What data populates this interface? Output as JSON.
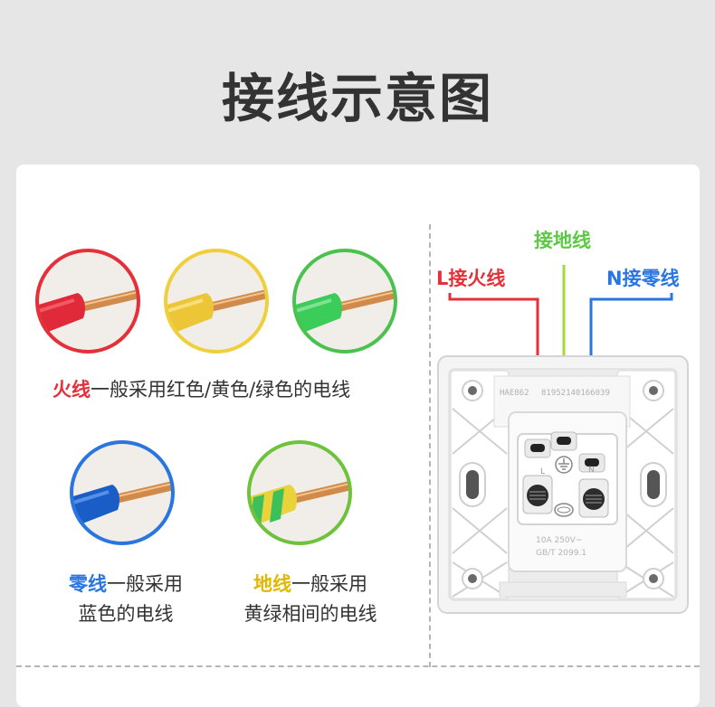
{
  "title": "接线示意图",
  "colors": {
    "live": "#e5303a",
    "ground": "#86cc2e",
    "neutral": "#2a76e0",
    "red_wire": "#e02a3a",
    "yellow_wire": "#ecc637",
    "green_wire": "#3ccc5a",
    "blue_wire": "#1a5dc6",
    "copper": "#d08a4a"
  },
  "live_caption": {
    "highlight": "火线",
    "text": "一般采用红色/黄色/绿色的电线"
  },
  "neutral_caption": {
    "highlight": "零线",
    "line1_rest": "一般采用",
    "line2": "蓝色的电线"
  },
  "ground_caption": {
    "highlight": "地线",
    "line1_rest": "一般采用",
    "line2": "黄绿相间的电线"
  },
  "diagram": {
    "ground_label": "接地线",
    "live_label": "L接火线",
    "neutral_label": "N接零线",
    "model_text": "HAE862",
    "serial_text": "81952140166039",
    "rating_text": "10A 250V~",
    "standard_text": "GB/T 2099.1",
    "terminal_l": "L",
    "terminal_n": "N"
  },
  "icons": [
    "red-wire-icon",
    "yellow-wire-icon",
    "green-wire-icon",
    "blue-wire-icon",
    "yellow-green-wire-icon",
    "ground-symbol-icon",
    "ccc-mark-icon"
  ]
}
